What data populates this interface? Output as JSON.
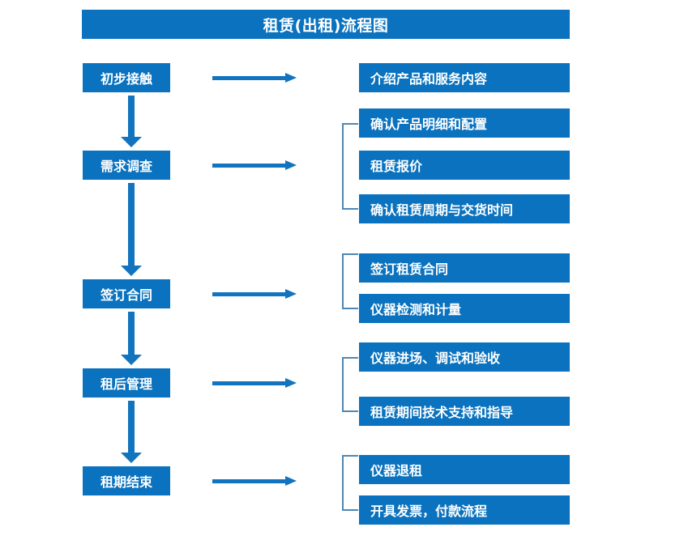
{
  "diagram": {
    "title": "租赁(出租)流程图",
    "accent_color": "#0A72BE",
    "arrow_color": "#1273BE",
    "bracket_color": "#4E87B5",
    "text_color": "#FFFFFF",
    "background_color": "#FFFFFF"
  },
  "stages": [
    {
      "id": "stage-1",
      "label": "初步接触"
    },
    {
      "id": "stage-2",
      "label": "需求调查"
    },
    {
      "id": "stage-3",
      "label": "签订合同"
    },
    {
      "id": "stage-4",
      "label": "租后管理"
    },
    {
      "id": "stage-5",
      "label": "租期结束"
    }
  ],
  "details": [
    {
      "id": "detail-1-1",
      "label": "介绍产品和服务内容"
    },
    {
      "id": "detail-2-1",
      "label": "确认产品明细和配置"
    },
    {
      "id": "detail-2-2",
      "label": "租赁报价"
    },
    {
      "id": "detail-2-3",
      "label": "确认租赁周期与交货时间"
    },
    {
      "id": "detail-3-1",
      "label": "签订租赁合同"
    },
    {
      "id": "detail-3-2",
      "label": "仪器检测和计量"
    },
    {
      "id": "detail-4-1",
      "label": "仪器进场、调试和验收"
    },
    {
      "id": "detail-4-2",
      "label": "租赁期间技术支持和指导"
    },
    {
      "id": "detail-5-1",
      "label": "仪器退租"
    },
    {
      "id": "detail-5-2",
      "label": "开具发票，付款流程"
    }
  ],
  "connections": {
    "vertical_arrows": 4,
    "horizontal_arrows": 5,
    "group_brackets": 4
  }
}
